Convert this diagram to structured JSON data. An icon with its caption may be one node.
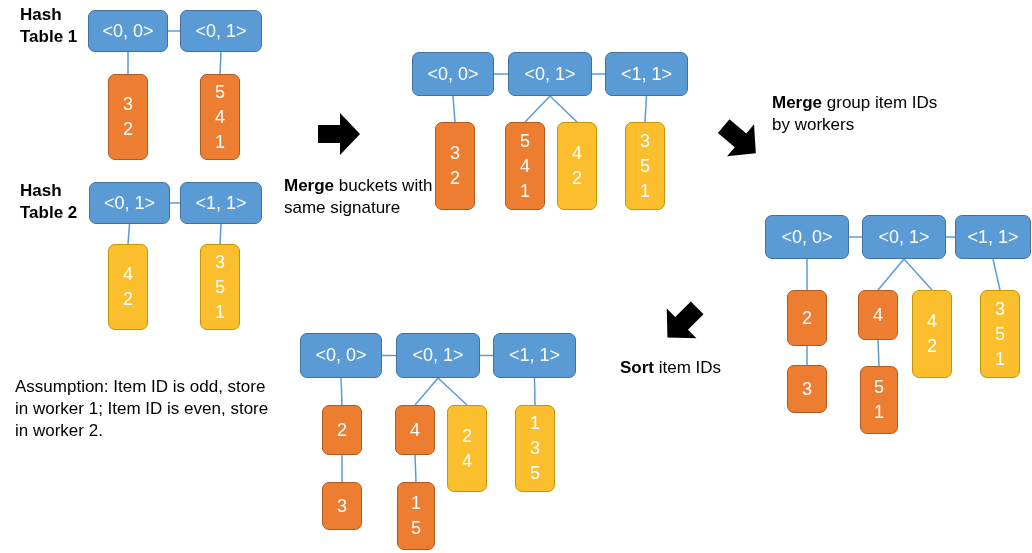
{
  "diagram": {
    "nodes": [
      {
        "text": [
          "<0, 0>"
        ]
      },
      {
        "text": [
          "<0, 1>"
        ]
      },
      {
        "text": [
          "3 2"
        ]
      },
      {
        "text": [
          "5 4 1"
        ]
      },
      {
        "text": [
          "<0, 1>"
        ]
      },
      {
        "text": [
          "<1, 1>"
        ]
      },
      {
        "text": [
          "4 2"
        ]
      },
      {
        "text": [
          "3 5 1"
        ]
      },
      {
        "text": [
          "<0, 0>"
        ]
      },
      {
        "text": [
          "<0, 1>"
        ]
      },
      {
        "text": [
          "<1, 1>"
        ]
      },
      {
        "text": [
          "3 2"
        ]
      },
      {
        "text": [
          "5 4 1"
        ]
      },
      {
        "text": [
          "4 2"
        ]
      },
      {
        "text": [
          "3 5 1"
        ]
      },
      {
        "text": [
          "<0, 0>"
        ]
      },
      {
        "text": [
          "<0, 1>"
        ]
      },
      {
        "text": [
          "<1, 1>"
        ]
      },
      {
        "text": [
          "2"
        ]
      },
      {
        "text": [
          "3"
        ]
      },
      {
        "text": [
          "4"
        ]
      },
      {
        "text": [
          "5 1"
        ]
      },
      {
        "text": [
          "4 2"
        ]
      },
      {
        "text": [
          "3 5 1"
        ]
      },
      {
        "text": [
          "<0, 0>"
        ]
      },
      {
        "text": [
          "<0, 1>"
        ]
      },
      {
        "text": [
          "<1, 1>"
        ]
      },
      {
        "text": [
          "2"
        ]
      },
      {
        "text": [
          "3"
        ]
      },
      {
        "text": [
          "4"
        ]
      },
      {
        "text": [
          "1 5"
        ]
      },
      {
        "text": [
          "2 4"
        ]
      },
      {
        "text": [
          "1 3 5"
        ]
      }
    ],
    "edges": [
      {
        "from": 0,
        "to": 1,
        "arrow": "none"
      },
      {
        "from": 0,
        "to": 2,
        "arrow": "none"
      },
      {
        "from": 1,
        "to": 3,
        "arrow": "none"
      },
      {
        "from": 4,
        "to": 5,
        "arrow": "none"
      },
      {
        "from": 4,
        "to": 6,
        "arrow": "none"
      },
      {
        "from": 5,
        "to": 7,
        "arrow": "none"
      },
      {
        "from": 8,
        "to": 9,
        "arrow": "none"
      },
      {
        "from": 9,
        "to": 10,
        "arrow": "none"
      },
      {
        "from": 8,
        "to": 11,
        "arrow": "none"
      },
      {
        "from": 9,
        "to": 12,
        "arrow": "none"
      },
      {
        "from": 9,
        "to": 13,
        "arrow": "none"
      },
      {
        "from": 10,
        "to": 14,
        "arrow": "none"
      },
      {
        "from": 15,
        "to": 16,
        "arrow": "none"
      },
      {
        "from": 16,
        "to": 17,
        "arrow": "none"
      },
      {
        "from": 15,
        "to": 18,
        "arrow": "none"
      },
      {
        "from": 18,
        "to": 19,
        "arrow": "none"
      },
      {
        "from": 16,
        "to": 20,
        "arrow": "none"
      },
      {
        "from": 20,
        "to": 21,
        "arrow": "none"
      },
      {
        "from": 16,
        "to": 22,
        "arrow": "none"
      },
      {
        "from": 17,
        "to": 23,
        "arrow": "none"
      },
      {
        "from": 24,
        "to": 25,
        "arrow": "none"
      },
      {
        "from": 25,
        "to": 26,
        "arrow": "none"
      },
      {
        "from": 24,
        "to": 27,
        "arrow": "none"
      },
      {
        "from": 27,
        "to": 28,
        "arrow": "none"
      },
      {
        "from": 25,
        "to": 29,
        "arrow": "none"
      },
      {
        "from": 29,
        "to": 30,
        "arrow": "none"
      },
      {
        "from": 25,
        "to": 31,
        "arrow": "none"
      },
      {
        "from": 26,
        "to": 32,
        "arrow": "none"
      }
    ],
    "labels": [
      "Hash Table 1",
      "**Merge** group item IDs by workers",
      "**Merge** buckets with same signature",
      "Hash Table 2",
      "**Sort** item IDs",
      "Assumption: Item ID is odd, store in worker 1; Item ID is even, store in worker 2."
    ]
  }
}
